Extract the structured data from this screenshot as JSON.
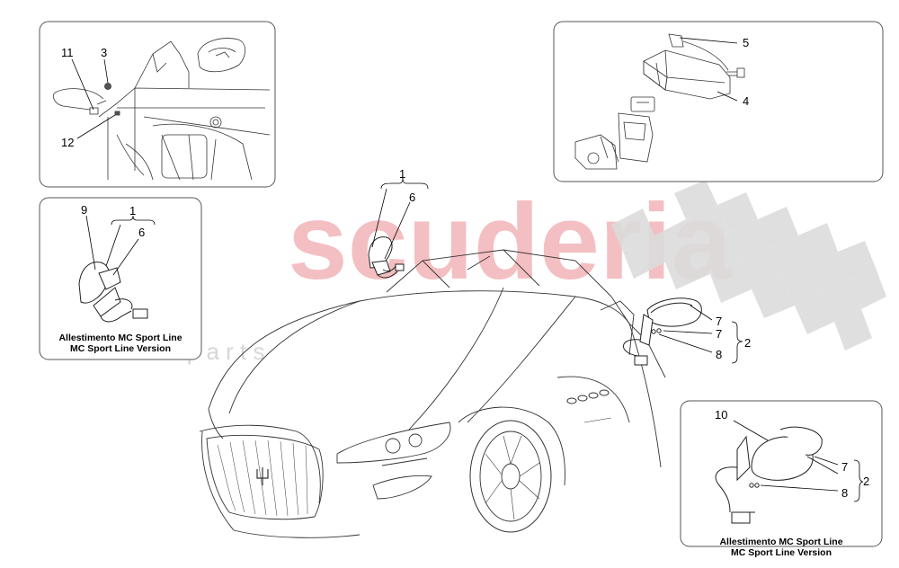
{
  "watermark": {
    "brand": "scuderia",
    "sub": "c a r p a r t s"
  },
  "labels": {
    "n1": "1",
    "n2": "2",
    "n3": "3",
    "n4": "4",
    "n5": "5",
    "n6": "6",
    "n7": "7",
    "n8": "8",
    "n9": "9",
    "n10": "10",
    "n11": "11",
    "n12": "12"
  },
  "captions": {
    "left": {
      "line1": "Allestimento MC Sport Line",
      "line2": "MC Sport Line Version"
    },
    "right": {
      "line1": "Allestimento MC Sport Line",
      "line2": "MC Sport Line Version"
    }
  },
  "colors": {
    "watermark_red": "#f3b5b8",
    "checker_grey": "#dadada",
    "line": "#222222"
  }
}
